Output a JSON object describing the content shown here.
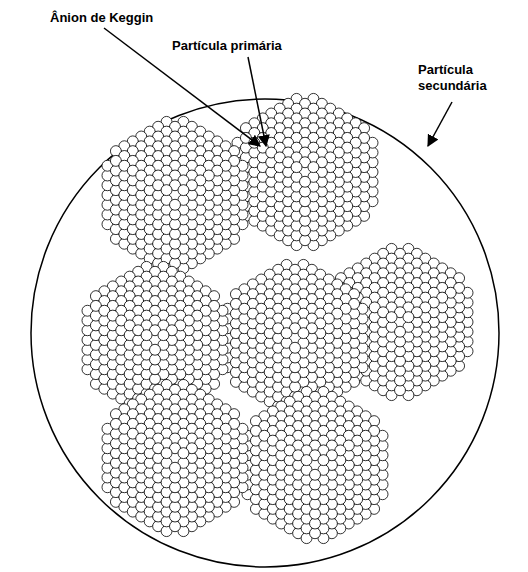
{
  "diagram": {
    "labels": [
      "Ânion de Keggin",
      "Partícula primária",
      "Partícula secundária"
    ]
  }
}
